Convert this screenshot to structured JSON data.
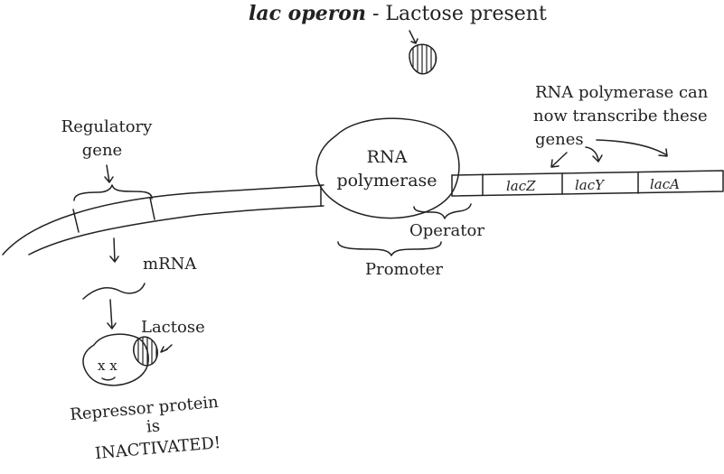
{
  "title": {
    "bold": "lac operon",
    "rest": " - Lactose present"
  },
  "labels": {
    "regulatory_gene_line1": "Regulatory",
    "regulatory_gene_line2": "gene",
    "rna_polymerase_line1": "RNA",
    "rna_polymerase_line2": "polymerase",
    "transcribe_line1": "RNA polymerase can",
    "transcribe_line2": "now transcribe these",
    "transcribe_line3": "genes",
    "operator": "Operator",
    "promoter": "Promoter",
    "mrna": "mRNA",
    "lactose": "Lactose",
    "repressor_line1": "Repressor protein",
    "repressor_line2": "is",
    "repressor_line3": "INACTIVATED!"
  },
  "genes": [
    "lacZ",
    "lacY",
    "lacA"
  ],
  "repressor_face": "x x"
}
